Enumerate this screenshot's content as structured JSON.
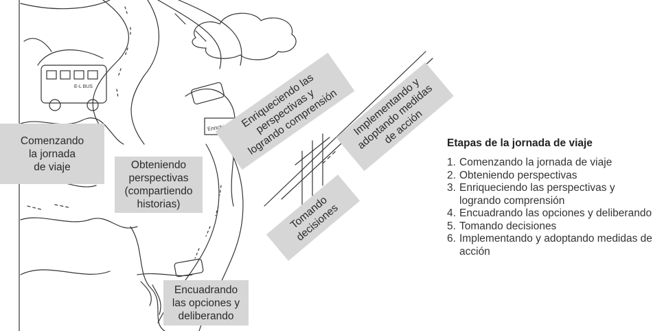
{
  "stage_labels": {
    "stage1": "Comenzando\nla jornada\nde viaje",
    "stage2": "Obteniendo\nperspectivas\n(compartiendo\nhistorias)",
    "stage3": "Enriqueciendo las\nperspectivas y\nlogrando comprensión",
    "stage4": "Encuadrando\nlas opciones y\ndeliberando",
    "stage5": "Tomando\ndecisiones",
    "stage6": "Implementando y\nadoptando medidas\nde acción"
  },
  "illustration_text": {
    "bus_plate": "E-L BUS",
    "sign": "Enriching Pers..."
  },
  "legend": {
    "title": "Etapas de la jornada de viaje",
    "items": [
      {
        "num": "1.",
        "text": "Comenzando la jornada de viaje"
      },
      {
        "num": "2.",
        "text": "Obteniendo perspectivas"
      },
      {
        "num": "3.",
        "text": "Enriqueciendo las perspectivas y logrando comprensión"
      },
      {
        "num": "4.",
        "text": "Encuadrando las opciones y deliberando"
      },
      {
        "num": "5.",
        "text": "Tomando decisiones"
      },
      {
        "num": "6.",
        "text": "Implementando y adoptando medidas de acción"
      }
    ]
  },
  "colors": {
    "label_bg": "#d6d6d6",
    "line": "#333333"
  }
}
